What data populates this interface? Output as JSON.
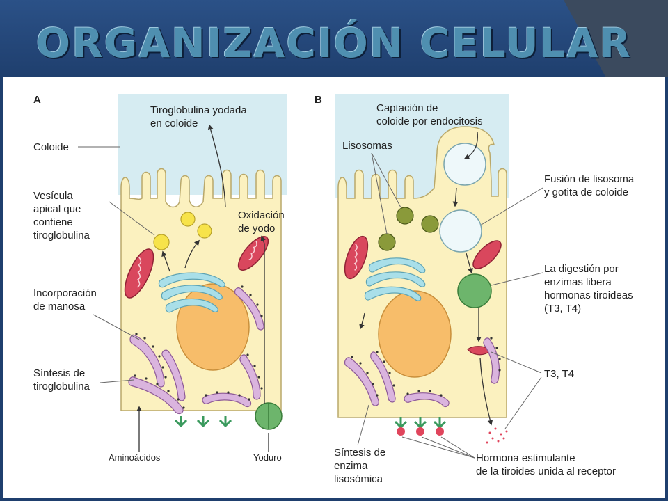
{
  "slide": {
    "title": "ORGANIZACIÓN CELULAR"
  },
  "panel_a": {
    "letter": "A",
    "labels": {
      "tiroglobulina_yodada_1": "Tiroglobulina yodada",
      "tiroglobulina_yodada_2": "en coloide",
      "coloide": "Coloide",
      "vesicula_1": "Vesícula",
      "vesicula_2": "apical que",
      "vesicula_3": "contiene",
      "vesicula_4": "tiroglobulina",
      "oxidacion_1": "Oxidación",
      "oxidacion_2": "de yodo",
      "incorporacion_1": "Incorporación",
      "incorporacion_2": "de manosa",
      "sintesis_1": "Síntesis de",
      "sintesis_2": "tiroglobulina",
      "aminoacidos": "Aminoácidos",
      "yoduro": "Yoduro"
    }
  },
  "panel_b": {
    "letter": "B",
    "labels": {
      "captacion_1": "Captación de",
      "captacion_2": "coloide por endocitosis",
      "lisosomas": "Lisosomas",
      "fusion_1": "Fusión de lisosoma",
      "fusion_2": "y gotita de coloide",
      "digestion_1": "La digestión por",
      "digestion_2": "enzimas libera",
      "digestion_3": "hormonas tiroideas",
      "digestion_4": "(T3, T4)",
      "t3t4": "T3, T4",
      "sintesis_enzima_1": "Síntesis de",
      "sintesis_enzima_2": "enzima",
      "sintesis_enzima_3": "lisosómica",
      "hormona_1": "Hormona estimulante",
      "hormona_2": "de la tiroides unida al receptor"
    }
  },
  "colors": {
    "colloid": "#d6ecf2",
    "cell": "#fbf1bf",
    "nucleus": "#f7bd6a",
    "golgi": "#a9dfe9",
    "er": "#dab4de",
    "mitochondria": "#d9475d",
    "vesicle": "#f7e34a",
    "lysosome": "#8a9a3a",
    "digest": "#6db56c"
  }
}
